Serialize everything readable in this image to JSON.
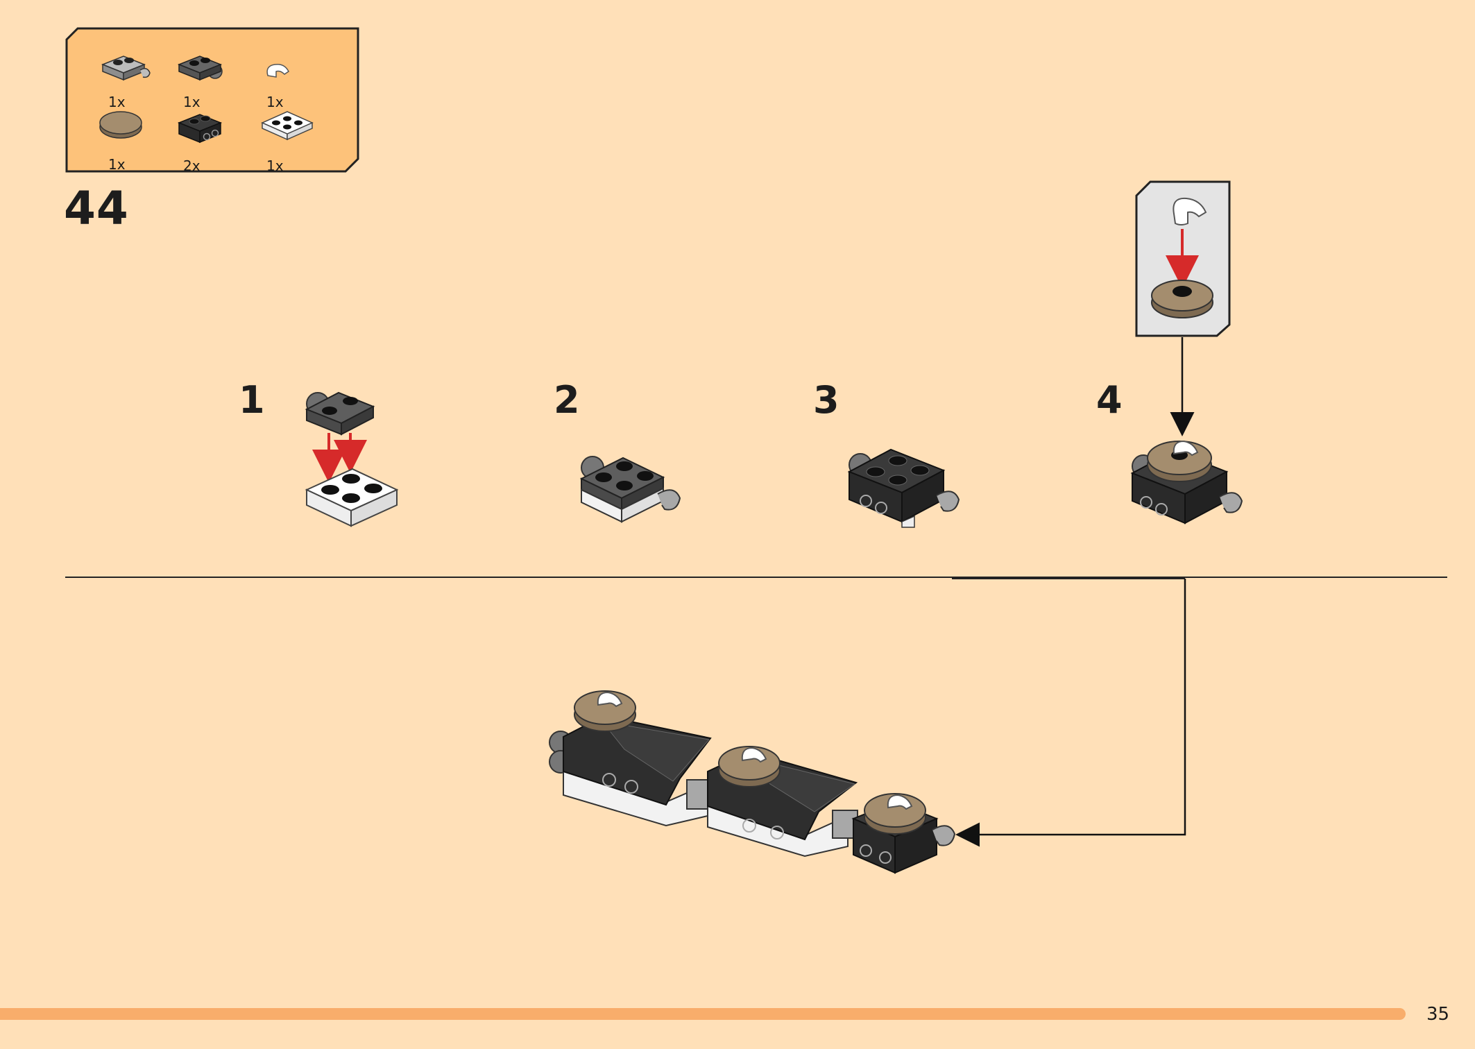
{
  "parts": [
    {
      "qty": "1x",
      "icon": "gray-plate-clip-icon"
    },
    {
      "qty": "1x",
      "icon": "dark-plate-ball-icon"
    },
    {
      "qty": "1x",
      "icon": "white-horn-icon"
    },
    {
      "qty": "1x",
      "icon": "tan-round-tile-icon"
    },
    {
      "qty": "2x",
      "icon": "black-brick-studs-icon"
    },
    {
      "qty": "1x",
      "icon": "white-plate-2x2-icon"
    }
  ],
  "step_number": "44",
  "sub_steps": [
    "1",
    "2",
    "3",
    "4"
  ],
  "page_number": "35",
  "colors": {
    "background": "#FFE0B8",
    "parts_box": "#FDC27A",
    "callout_box": "#E4E4E4",
    "arrow_red": "#D62A2A",
    "brick_black": "#2E2E2E",
    "brick_dark_gray": "#5A5A5A",
    "brick_light_gray": "#A8A8A8",
    "brick_tan": "#9C8466",
    "brick_white": "#FFFFFF",
    "progress_bar": "#F8AD6B"
  }
}
